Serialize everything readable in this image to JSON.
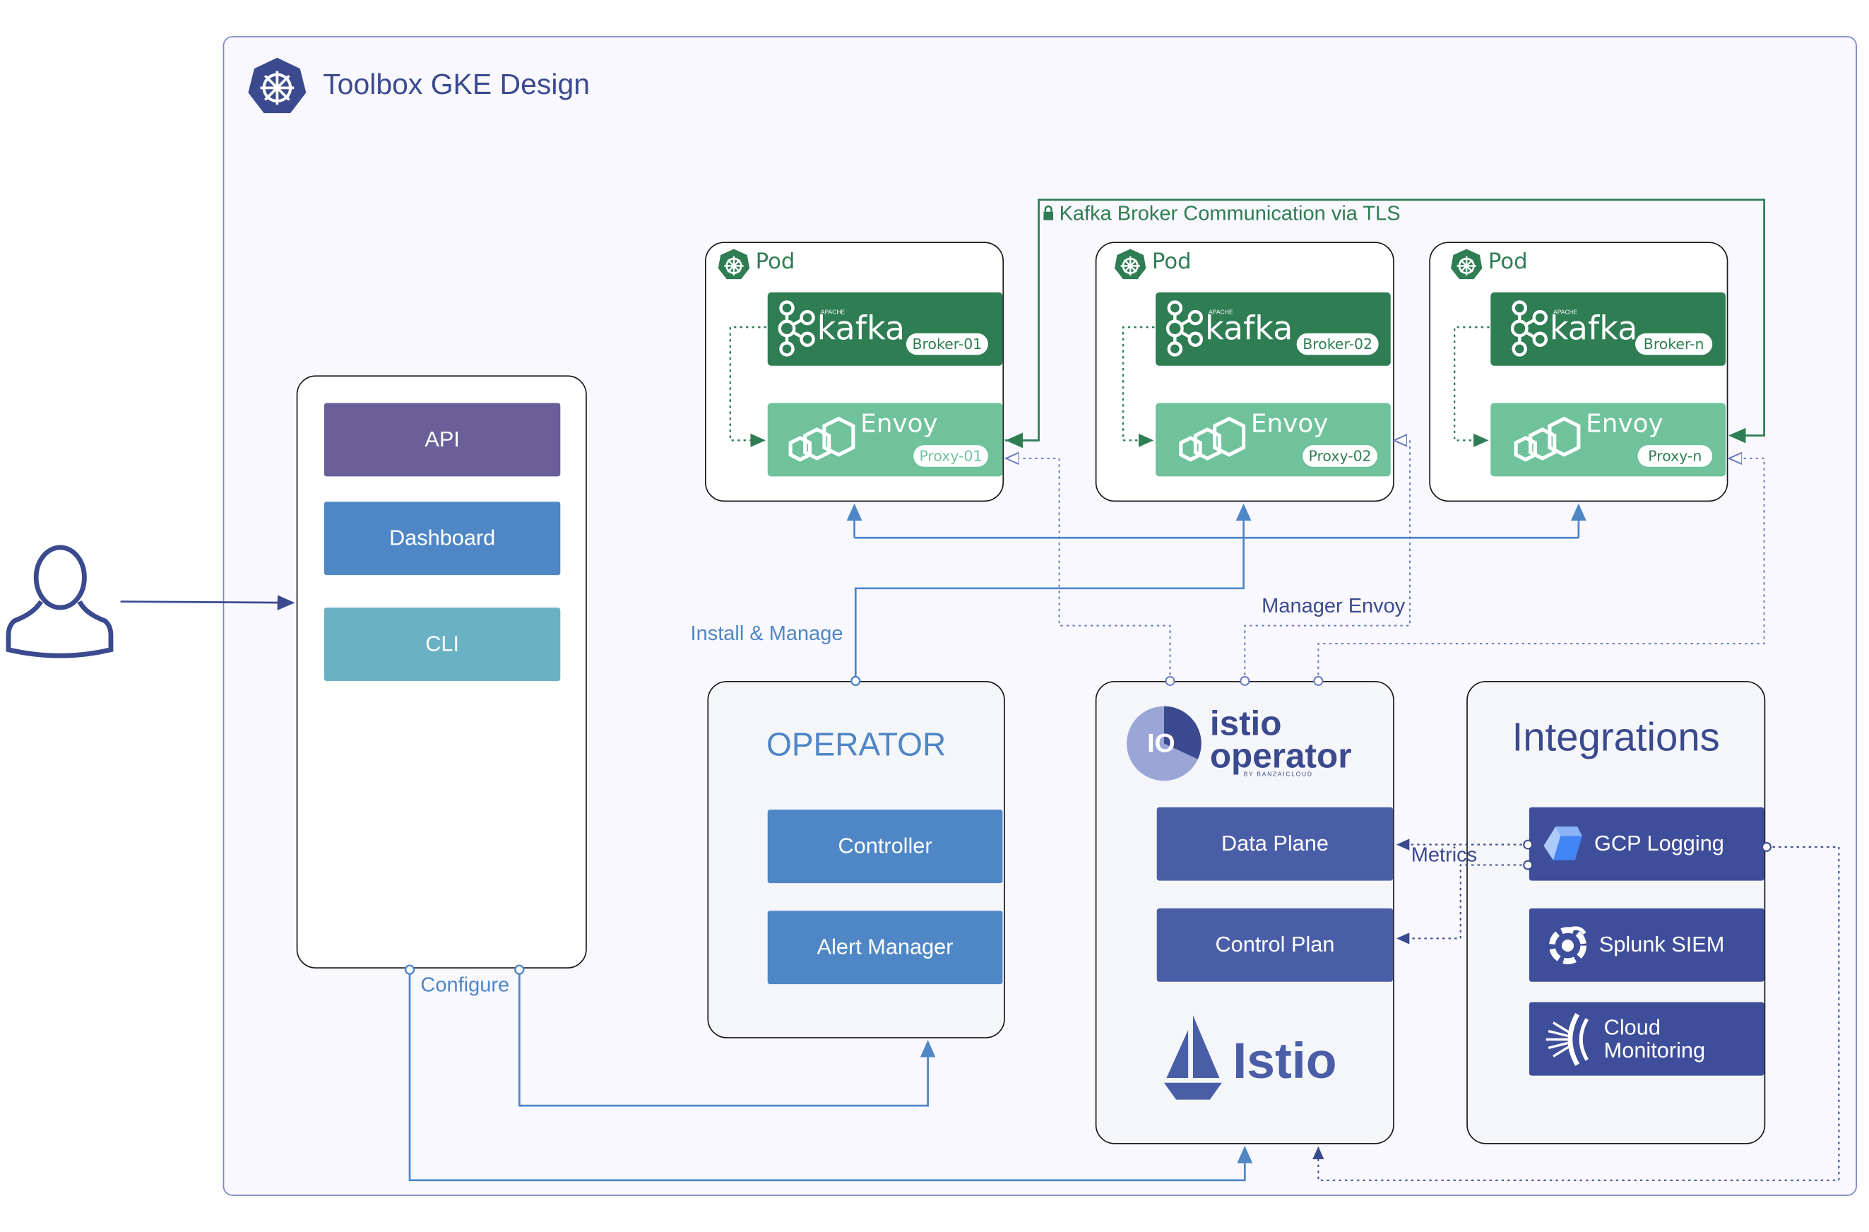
{
  "title": "Toolbox GKE Design",
  "client": {
    "buttons": [
      "API",
      "Dashboard",
      "CLI"
    ]
  },
  "pods": [
    {
      "label": "Pod",
      "kafka_text": "kafka",
      "kafka_small": "APACHE",
      "broker": "Broker-01",
      "envoy": "Envoy",
      "proxy": "Proxy-01"
    },
    {
      "label": "Pod",
      "kafka_text": "kafka",
      "kafka_small": "APACHE",
      "broker": "Broker-02",
      "envoy": "Envoy",
      "proxy": "Proxy-02"
    },
    {
      "label": "Pod",
      "kafka_text": "kafka",
      "kafka_small": "APACHE",
      "broker": "Broker-n",
      "envoy": "Envoy",
      "proxy": "Proxy-n"
    }
  ],
  "edges": {
    "tls": "Kafka Broker Communication via TLS",
    "install": "Install & Manage",
    "manager_envoy": "Manager Envoy",
    "configure": "Configure",
    "metrics": "Metrics"
  },
  "operator": {
    "title": "OPERATOR",
    "items": [
      "Controller",
      "Alert Manager"
    ]
  },
  "istio": {
    "logo_badge": "IO",
    "logo_line1": "istio",
    "logo_line2": "operator",
    "logo_byline": "BY BANZAICLOUD",
    "items": [
      "Data Plane",
      "Control Plan"
    ],
    "brand": "Istio"
  },
  "integrations": {
    "title": "Integrations",
    "items": [
      {
        "icon": "gcp-logging-icon",
        "label": "GCP Logging"
      },
      {
        "icon": "splunk-icon",
        "label": "Splunk SIEM"
      },
      {
        "icon": "cloud-monitoring-icon",
        "label_line1": "Cloud",
        "label_line2": "Monitoring"
      }
    ]
  },
  "colors": {
    "frame_border": "#7d86c4",
    "api": "#6b5f9a",
    "dashboard": "#4f86c6",
    "cli": "#6bb1c4",
    "kafka": "#2e7d53",
    "envoy": "#6fc29b",
    "operator_btn": "#4f86c6",
    "istio_btn": "#4a5ea8",
    "integration_btn": "#3f4e9a",
    "text_navy": "#3b4a8f",
    "link_blue": "#4f86c6"
  }
}
